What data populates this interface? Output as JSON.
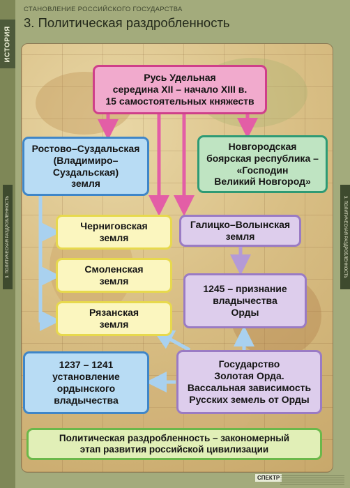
{
  "header": {
    "series": "СТАНОВЛЕНИЕ РОССИЙСКОГО ГОСУДАРСТВА",
    "title": "3. Политическая раздробленность"
  },
  "sidebar": {
    "subject": "ИСТОРИЯ",
    "side_label": "3. ПОЛИТИЧЕСКАЯ РАЗДРОБЛЕННОСТЬ"
  },
  "boxes": {
    "rus_udelnaya": "Русь Удельная\nсередина XII – начало XIII в.\n15 самостоятельных княжеств",
    "rostov": "Ростово–Суздальская\n(Владимиро–\nСуздальская)\nземля",
    "novgorod": "Новгородская\nбоярская республика –\n«Господин\nВеликий Новгород»",
    "chernigov": "Черниговская\nземля",
    "galich": "Галицко–Волынская\nземля",
    "smolensk": "Смоленская\nземля",
    "orda": "1245 – признание\nвладычества\nОрды",
    "ryazan": "Рязанская\nземля",
    "yoke": "1237 – 1241\nустановление\nордынского\nвладычества",
    "golden_horde": "Государство\nЗолотая Орда.\nВассальная зависимость\nРусских земель от Орды",
    "conclusion": "Политическая раздробленность – закономерный\nэтап развития российской цивилизации"
  },
  "colors": {
    "pink_fill": "#f1aacd",
    "pink_border": "#cf3f8a",
    "blue_fill": "#b8dcf4",
    "green_fill": "#bfe4c2",
    "yellow_fill": "#fbf6bf",
    "violet_fill": "#ddcdec",
    "arrow_pink": "#e35ea6",
    "arrow_blue": "#a9d1ef"
  },
  "footer": {
    "publisher": "СПЕКТР"
  }
}
